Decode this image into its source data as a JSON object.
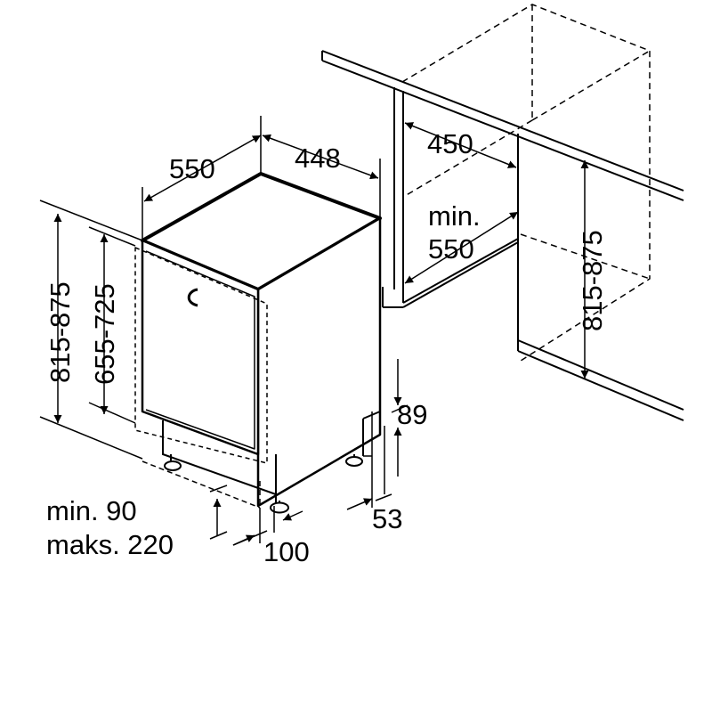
{
  "colors": {
    "line": "#000000",
    "background": "#ffffff",
    "fill": "#ffffff"
  },
  "dimensions": {
    "depth": "550",
    "width": "448",
    "niche_width": "450",
    "niche_depth_min_label": "min.",
    "niche_depth_min_value": "550",
    "niche_height": "815-875",
    "appliance_height": "815-875",
    "door_height": "655-725",
    "plinth_height": "89",
    "plinth_setback_height": "53",
    "plinth_gap_line1": "min. 90",
    "plinth_gap_line2": "maks. 220",
    "plinth_depth": "100"
  }
}
